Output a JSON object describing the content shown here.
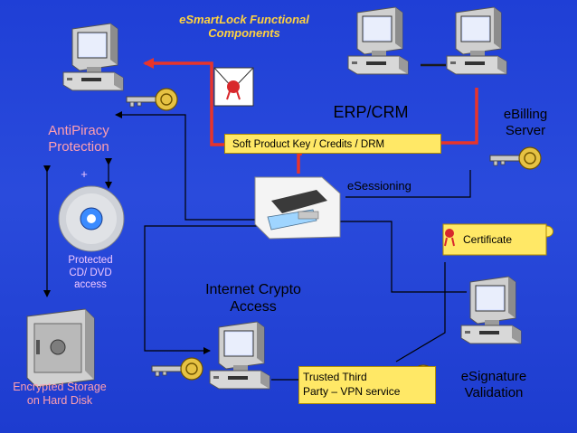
{
  "title_line1": "eSmartLock Functional",
  "title_line2": "Components",
  "labels": {
    "antipiracy_line1": "AntiPiracy",
    "antipiracy_line2": "Protection",
    "erp_crm": "ERP/CRM",
    "ebilling_line1": "eBilling",
    "ebilling_line2": "Server",
    "esessioning": "eSessioning",
    "plus_sign": "+",
    "protected_line1": "Protected",
    "protected_line2": "CD/ DVD",
    "protected_line3": "access",
    "internet_line1": "Internet Crypto",
    "internet_line2": "Access",
    "encrypted_line1": "Encrypted Storage",
    "encrypted_line2": "on Hard Disk",
    "esignature_line1": "eSignature",
    "esignature_line2": "Validation"
  },
  "boxes": {
    "soft_product_key": "Soft Product Key / Credits / DRM",
    "certificate": "Certificate",
    "trusted_line1": "Trusted Third",
    "trusted_line2": "Party – VPN service"
  },
  "icons": [
    "computer-icon",
    "key-icon",
    "envelope-icon",
    "usb-token-icon",
    "cd-dvd-icon",
    "safe-icon",
    "certificate-scroll-icon"
  ],
  "colors": {
    "background": "#2a4bdc",
    "title": "#ffd23f",
    "arrow_red": "#e8342a",
    "label_pink": "#ff9fb0",
    "box_yellow": "#ffe866"
  }
}
